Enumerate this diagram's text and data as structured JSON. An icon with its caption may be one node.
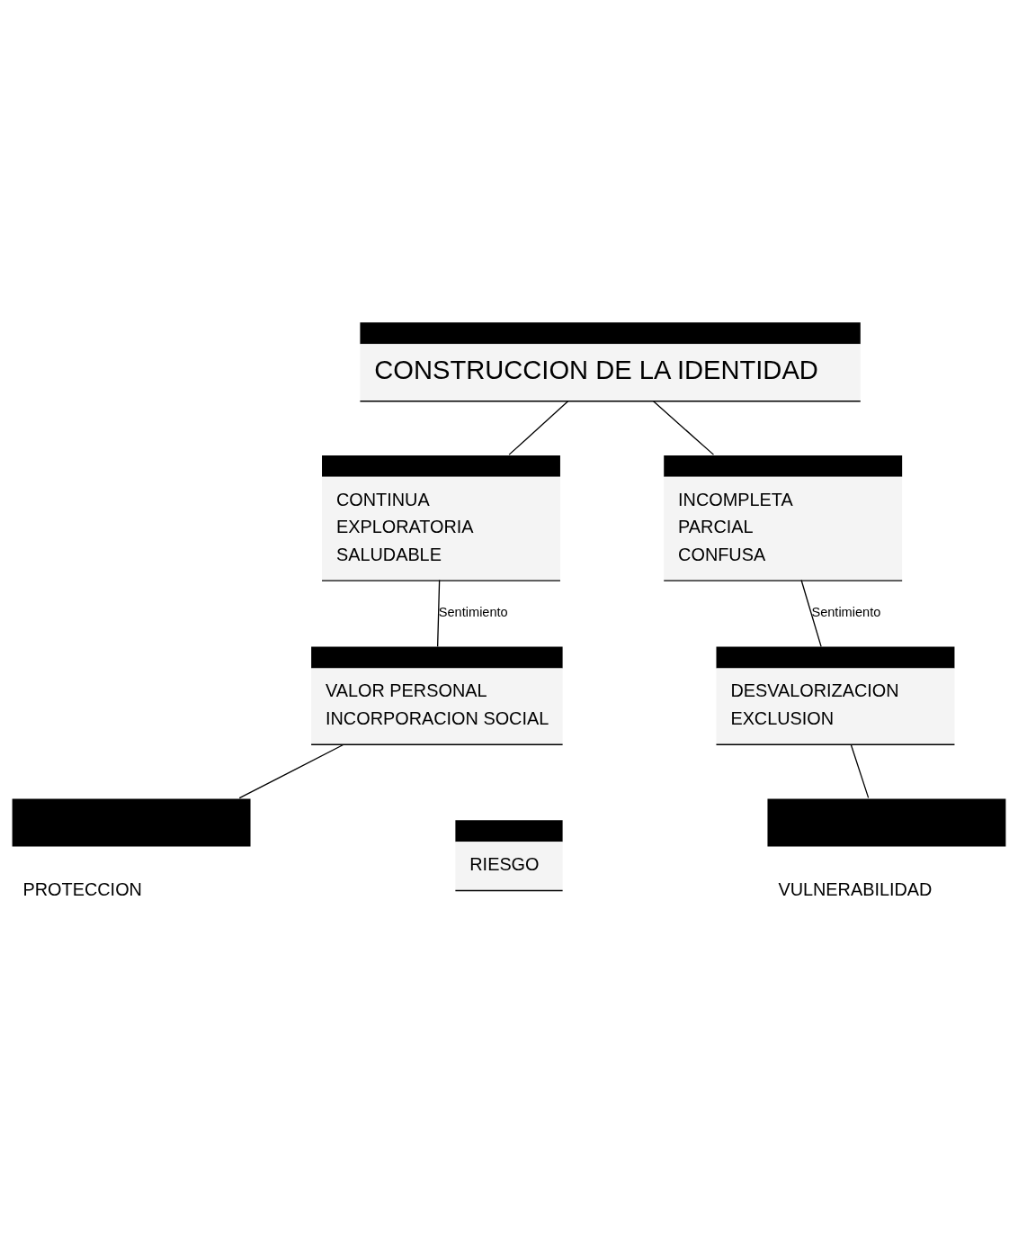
{
  "diagram": {
    "nodes": [
      {
        "text": [
          "CONSTRUCCION DE LA IDENTIDAD"
        ]
      },
      {
        "text": [
          "CONTINUA",
          "EXPLORATORIA",
          "SALUDABLE"
        ]
      },
      {
        "text": [
          "INCOMPLETA",
          "PARCIAL",
          "CONFUSA"
        ]
      },
      {
        "text": [
          "VALOR PERSONAL",
          "INCORPORACION SOCIAL"
        ]
      },
      {
        "text": [
          "DESVALORIZACION",
          "EXCLUSION"
        ]
      },
      {
        "text": [
          "PROTECCION"
        ]
      },
      {
        "text": [
          "RIESGO"
        ]
      },
      {
        "text": [
          "VULNERABILIDAD"
        ]
      }
    ],
    "edges": [
      {
        "from": 0,
        "to": 1,
        "arrow": "none"
      },
      {
        "from": 0,
        "to": 2,
        "arrow": "none"
      },
      {
        "from": 1,
        "to": 3,
        "arrow": "none",
        "label": "Sentimiento"
      },
      {
        "from": 2,
        "to": 4,
        "arrow": "none",
        "label": "Sentimiento"
      },
      {
        "from": 3,
        "to": 5,
        "arrow": "none"
      },
      {
        "from": 4,
        "to": 7,
        "arrow": "none"
      }
    ]
  }
}
